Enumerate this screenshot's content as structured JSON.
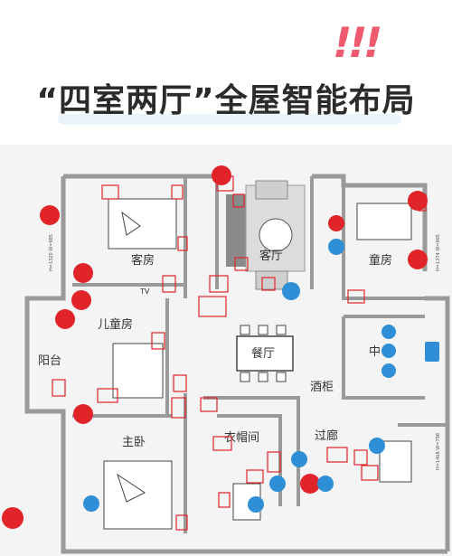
{
  "title": "“四室两厅”全屋智能布局",
  "exclaim": "!!!",
  "rooms": {
    "keting": "客厅",
    "kefang": "客房",
    "ertongfang": "儿童房",
    "yangtai": "阳台",
    "canting": "餐厅",
    "jiugui": "酒柜",
    "tongfang": "童房",
    "zhong": "中",
    "zhuwo": "主卧",
    "yimaojian": "衣帽间",
    "guolang": "过廊",
    "tv": "TV"
  },
  "dimensions": {
    "left": "H=1320 W=985",
    "right_top": "H=1374 W=965",
    "right_bottom": "H=1468 W=798"
  },
  "colors": {
    "wall": "#9a9a9a",
    "socket_red": "#e1242a",
    "device_blue": "#2f8fd6",
    "camera_orange": "#e1242a"
  }
}
